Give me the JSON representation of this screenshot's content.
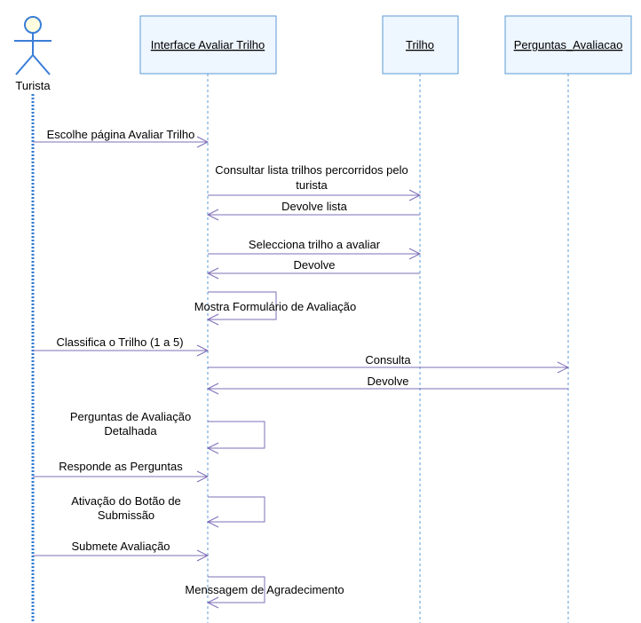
{
  "actor": {
    "label": "Turista"
  },
  "participants": [
    {
      "id": "interface",
      "label": "Interface Avaliar Trilho"
    },
    {
      "id": "trilho",
      "label": "Trilho"
    },
    {
      "id": "perguntas",
      "label": "Perguntas_Avaliacao"
    }
  ],
  "messages": [
    {
      "from": "actor",
      "to": "interface",
      "lines": [
        "Escolhe página Avaliar Trilho"
      ]
    },
    {
      "from": "interface",
      "to": "trilho",
      "lines": [
        "Consultar lista trilhos percorridos pelo",
        "turista"
      ]
    },
    {
      "from": "trilho",
      "to": "interface",
      "lines": [
        "Devolve lista"
      ]
    },
    {
      "from": "interface",
      "to": "trilho",
      "lines": [
        "Selecciona trilho a avaliar"
      ]
    },
    {
      "from": "trilho",
      "to": "interface",
      "lines": [
        "Devolve"
      ]
    },
    {
      "from": "interface",
      "to": "interface",
      "lines": [
        "Mostra Formulário de Avaliação"
      ]
    },
    {
      "from": "actor",
      "to": "interface",
      "lines": [
        "Classifica o Trilho (1 a 5)"
      ]
    },
    {
      "from": "interface",
      "to": "perguntas",
      "lines": [
        "Consulta"
      ]
    },
    {
      "from": "perguntas",
      "to": "interface",
      "lines": [
        "Devolve"
      ]
    },
    {
      "from": "interface",
      "to": "interface",
      "lines": [
        "Perguntas de Avaliação",
        "Detalhada"
      ]
    },
    {
      "from": "actor",
      "to": "interface",
      "lines": [
        "Responde as Perguntas"
      ]
    },
    {
      "from": "interface",
      "to": "interface",
      "lines": [
        "Ativação do Botão de",
        "Submissão"
      ]
    },
    {
      "from": "actor",
      "to": "interface",
      "lines": [
        "Submete Avaliação"
      ]
    },
    {
      "from": "interface",
      "to": "interface",
      "lines": [
        "Menssagem de Agradecimento"
      ]
    }
  ]
}
